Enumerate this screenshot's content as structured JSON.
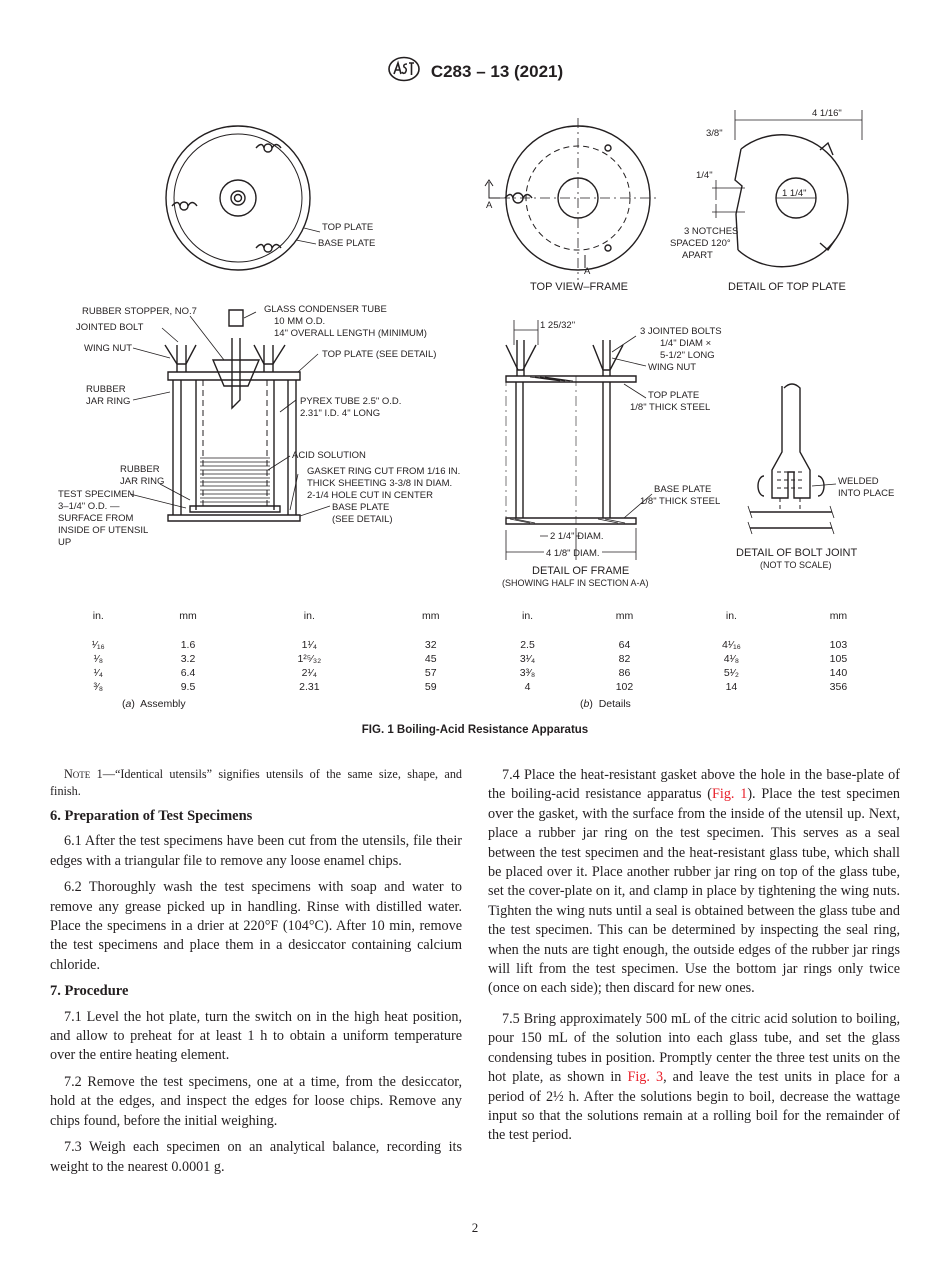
{
  "header": {
    "logo_icon": "astm-logo-icon",
    "designation": "C283 – 13 (2021)"
  },
  "figure": {
    "labels": {
      "top_plate": "TOP PLATE",
      "base_plate": "BASE PLATE",
      "top_view_frame": "TOP VIEW–FRAME",
      "section_a": "A",
      "detail_top_plate": "DETAIL OF TOP PLATE",
      "dim_4_1_16": "4 1/16\"",
      "dim_3_8": "3/8\"",
      "dim_1_4": "1/4\"",
      "dim_1_1_4": "1 1/4\"",
      "notches_1": "3 NOTCHES",
      "notches_2": "SPACED 120°",
      "notches_3": "APART",
      "rubber_stopper": "RUBBER STOPPER, NO.7",
      "jointed_bolt": "JOINTED BOLT",
      "wing_nut": "WING NUT",
      "rubber_jar_ring_1": "RUBBER",
      "rubber_jar_ring_2": "JAR RING",
      "glass_condenser_1": "GLASS CONDENSER TUBE",
      "glass_condenser_2": "10 MM O.D.",
      "glass_condenser_3": "14\" OVERALL LENGTH (MINIMUM)",
      "top_plate_see_detail": "TOP PLATE (SEE DETAIL)",
      "pyrex_1": "PYREX TUBE 2.5\" O.D.",
      "pyrex_2": "2.31\" I.D. 4\" LONG",
      "acid_solution": "ACID SOLUTION",
      "gasket_1": "GASKET RING CUT FROM 1/16 IN.",
      "gasket_2": "THICK SHEETING 3-3/8 IN DIAM.",
      "gasket_3": "2-1/4 HOLE CUT IN CENTER",
      "base_plate_see_1": "BASE PLATE",
      "base_plate_see_2": "(SEE DETAIL)",
      "rubber_jar_ring_b1": "RUBBER",
      "rubber_jar_ring_b2": "JAR RING",
      "test_specimen_1": "TEST SPECIMEN",
      "test_specimen_2": "3–1/4\" O.D. —",
      "test_specimen_3": "SURFACE FROM",
      "test_specimen_4": "INSIDE OF UTENSIL",
      "test_specimen_5": "UP",
      "dim_1_25_32": "1 25/32\"",
      "jointed_bolts_1": "3 JOINTED BOLTS",
      "jointed_bolts_2": "1/4\" DIAM ×",
      "jointed_bolts_3": "5-1/2\" LONG",
      "wing_nut_b": "WING NUT",
      "top_plate_steel_1": "TOP PLATE",
      "top_plate_steel_2": "1/8\" THICK STEEL",
      "base_plate_steel_1": "BASE PLATE",
      "base_plate_steel_2": "1/8\" THICK STEEL",
      "diam_2_1_4": "2 1/4\" DIAM.",
      "diam_4_1_8": "4 1/8\" DIAM.",
      "detail_frame_1": "DETAIL OF FRAME",
      "detail_frame_2": "(SHOWING HALF IN SECTION A-A)",
      "welded_1": "WELDED",
      "welded_2": "INTO PLACE",
      "bolt_joint_1": "DETAIL OF BOLT JOINT",
      "bolt_joint_2": "(NOT TO SCALE)"
    }
  },
  "dim_table": {
    "headers": [
      "in.",
      "mm",
      "in.",
      "mm",
      "in.",
      "mm",
      "in.",
      "mm"
    ],
    "rows": [
      [
        "¹⁄₁₆",
        "1.6",
        "1¹⁄₄",
        "32",
        "2.5",
        "64",
        "4¹⁄₁₆",
        "103"
      ],
      [
        "¹⁄₈",
        "3.2",
        "1²⁵⁄₃₂",
        "45",
        "3¹⁄₄",
        "82",
        "4¹⁄₈",
        "105"
      ],
      [
        "¹⁄₄",
        "6.4",
        "2¹⁄₄",
        "57",
        "3³⁄₈",
        "86",
        "5¹⁄₂",
        "140"
      ],
      [
        "³⁄₈",
        "9.5",
        "2.31",
        "59",
        "4",
        "102",
        "14",
        "356"
      ]
    ],
    "sub_a_letter": "a",
    "sub_a_text": "Assembly",
    "sub_b_letter": "b",
    "sub_b_text": "Details"
  },
  "figure_caption": "FIG. 1 Boiling-Acid Resistance Apparatus",
  "left_column": {
    "note_label": "Note 1",
    "note_text": "—“Identical utensils” signifies utensils of the same size, shape, and finish.",
    "section6_heading": "6. Preparation of Test Specimens",
    "p6_1": "6.1 After the test specimens have been cut from the utensils, file their edges with a triangular file to remove any loose enamel chips.",
    "p6_2": "6.2 Thoroughly wash the test specimens with soap and water to remove any grease picked up in handling. Rinse with distilled water. Place the specimens in a drier at 220°F (104°C). After 10 min, remove the test specimens and place them in a desiccator containing calcium chloride.",
    "section7_heading": "7. Procedure",
    "p7_1": "7.1 Level the hot plate, turn the switch on in the high heat position, and allow to preheat for at least 1 h to obtain a uniform temperature over the entire heating element.",
    "p7_2": "7.2 Remove the test specimens, one at a time, from the desiccator, hold at the edges, and inspect the edges for loose chips. Remove any chips found, before the initial weighing.",
    "p7_3": "7.3 Weigh each specimen on an analytical balance, recording its weight to the nearest 0.0001 g."
  },
  "right_column": {
    "p7_4_a": "7.4 Place the heat-resistant gasket above the hole in the base-plate of the boiling-acid resistance apparatus (",
    "p7_4_ref": "Fig. 1",
    "p7_4_b": "). Place the test specimen over the gasket, with the surface from the inside of the utensil up. Next, place a rubber jar ring on the test specimen. This serves as a seal between the test specimen and the heat-resistant glass tube, which shall be placed over it. Place another rubber jar ring on top of the glass tube, set the cover-plate on it, and clamp in place by tightening the wing nuts. Tighten the wing nuts until a seal is obtained between the glass tube and the test specimen. This can be determined by inspecting the seal ring, when the nuts are tight enough, the outside edges of the rubber jar rings will lift from the test specimen. Use the bottom jar rings only twice (once on each side); then discard for new ones.",
    "p7_5_a": "7.5 Bring approximately 500 mL of the citric acid solution to boiling, pour 150 mL of the solution into each glass tube, and set the glass condensing tubes in position. Promptly center the three test units on the hot plate, as shown in ",
    "p7_5_ref": "Fig. 3",
    "p7_5_b": ", and leave the test units in place for a period of 2½ h. After the solutions begin to boil, decrease the wattage input so that the solutions remain at a rolling boil for the remainder of the test period."
  },
  "page_number": "2"
}
